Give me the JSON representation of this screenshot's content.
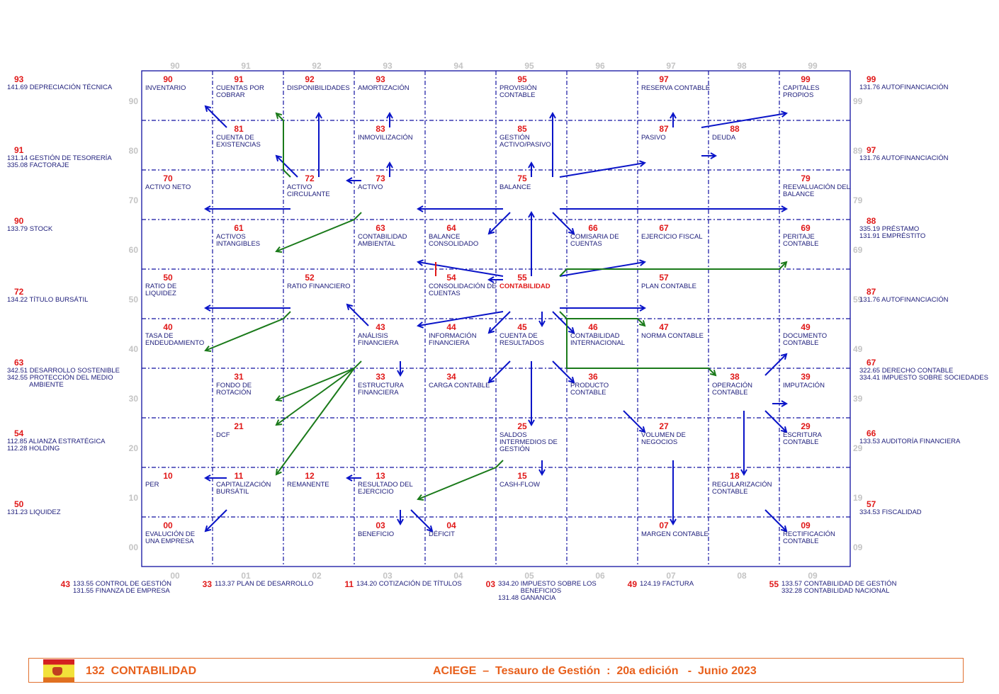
{
  "axes": {
    "top": [
      "90",
      "91",
      "92",
      "93",
      "94",
      "95",
      "96",
      "97",
      "98",
      "99"
    ],
    "bottom": [
      "00",
      "01",
      "02",
      "03",
      "04",
      "05",
      "06",
      "07",
      "08",
      "09"
    ],
    "left": [
      "90",
      "80",
      "70",
      "60",
      "50",
      "40",
      "30",
      "20",
      "10",
      "00"
    ],
    "right": [
      "99",
      "89",
      "79",
      "69",
      "59",
      "49",
      "39",
      "29",
      "19",
      "09"
    ]
  },
  "cells": [
    {
      "code": "90",
      "col": 0,
      "row": 0,
      "label": "INVENTARIO"
    },
    {
      "code": "91",
      "col": 1,
      "row": 0,
      "label": "CUENTAS POR\nCOBRAR"
    },
    {
      "code": "92",
      "col": 2,
      "row": 0,
      "label": "DISPONIBILIDADES"
    },
    {
      "code": "93",
      "col": 3,
      "row": 0,
      "label": "AMORTIZACIÓN"
    },
    {
      "code": "95",
      "col": 5,
      "row": 0,
      "label": "PROVISIÓN\nCONTABLE"
    },
    {
      "code": "97",
      "col": 7,
      "row": 0,
      "label": "RESERVA CONTABLE"
    },
    {
      "code": "99",
      "col": 9,
      "row": 0,
      "label": "CAPITALES\nPROPIOS"
    },
    {
      "code": "81",
      "col": 1,
      "row": 1,
      "label": "CUENTA DE\nEXISTENCIAS"
    },
    {
      "code": "83",
      "col": 3,
      "row": 1,
      "label": "INMOVILIZACIÓN"
    },
    {
      "code": "85",
      "col": 5,
      "row": 1,
      "label": "GESTIÓN\nACTIVO/PASIVO"
    },
    {
      "code": "87",
      "col": 7,
      "row": 1,
      "label": "PASIVO"
    },
    {
      "code": "88",
      "col": 8,
      "row": 1,
      "label": "DEUDA"
    },
    {
      "code": "70",
      "col": 0,
      "row": 2,
      "label": "ACTIVO NETO"
    },
    {
      "code": "72",
      "col": 2,
      "row": 2,
      "label": "ACTIVO\nCIRCULANTE"
    },
    {
      "code": "73",
      "col": 3,
      "row": 2,
      "label": "ACTIVO"
    },
    {
      "code": "75",
      "col": 5,
      "row": 2,
      "label": "BALANCE"
    },
    {
      "code": "79",
      "col": 9,
      "row": 2,
      "label": "REEVALUACIÓN DEL\nBALANCE"
    },
    {
      "code": "61",
      "col": 1,
      "row": 3,
      "label": "ACTIVOS\nINTANGIBLES"
    },
    {
      "code": "63",
      "col": 3,
      "row": 3,
      "label": "CONTABILIDAD\nAMBIENTAL"
    },
    {
      "code": "64",
      "col": 4,
      "row": 3,
      "label": "BALANCE\nCONSOLIDADO"
    },
    {
      "code": "66",
      "col": 6,
      "row": 3,
      "label": "COMISARIA DE\nCUENTAS"
    },
    {
      "code": "67",
      "col": 7,
      "row": 3,
      "label": "EJERCICIO FISCAL"
    },
    {
      "code": "69",
      "col": 9,
      "row": 3,
      "label": "PERITAJE\nCONTABLE"
    },
    {
      "code": "50",
      "col": 0,
      "row": 4,
      "label": "RATIO DE\nLIQUIDEZ"
    },
    {
      "code": "52",
      "col": 2,
      "row": 4,
      "label": "RATIO FINANCIERO"
    },
    {
      "code": "54",
      "col": 4,
      "row": 4,
      "label": "CONSOLIDACIÓN DE\nCUENTAS"
    },
    {
      "code": "55",
      "col": 5,
      "row": 4,
      "label": "CONTABILIDAD",
      "main": true
    },
    {
      "code": "57",
      "col": 7,
      "row": 4,
      "label": "PLAN CONTABLE"
    },
    {
      "code": "40",
      "col": 0,
      "row": 5,
      "label": "TASA DE\nENDEUDAMIENTO"
    },
    {
      "code": "43",
      "col": 3,
      "row": 5,
      "label": "ANÁLISIS\nFINANCIERA"
    },
    {
      "code": "44",
      "col": 4,
      "row": 5,
      "label": "INFORMACIÓN\nFINANCIERA"
    },
    {
      "code": "45",
      "col": 5,
      "row": 5,
      "label": "CUENTA DE\nRESULTADOS"
    },
    {
      "code": "46",
      "col": 6,
      "row": 5,
      "label": "CONTABILIDAD\nINTERNACIONAL"
    },
    {
      "code": "47",
      "col": 7,
      "row": 5,
      "label": "NORMA CONTABLE"
    },
    {
      "code": "49",
      "col": 9,
      "row": 5,
      "label": "DOCUMENTO\nCONTABLE"
    },
    {
      "code": "31",
      "col": 1,
      "row": 6,
      "label": "FONDO DE\nROTACIÓN"
    },
    {
      "code": "33",
      "col": 3,
      "row": 6,
      "label": "ESTRUCTURA\nFINANCIERA"
    },
    {
      "code": "34",
      "col": 4,
      "row": 6,
      "label": "CARGA CONTABLE"
    },
    {
      "code": "36",
      "col": 6,
      "row": 6,
      "label": "PRODUCTO\nCONTABLE"
    },
    {
      "code": "38",
      "col": 8,
      "row": 6,
      "label": "OPERACIÓN\nCONTABLE"
    },
    {
      "code": "39",
      "col": 9,
      "row": 6,
      "label": "IMPUTACIÓN"
    },
    {
      "code": "21",
      "col": 1,
      "row": 7,
      "label": "DCF"
    },
    {
      "code": "25",
      "col": 5,
      "row": 7,
      "label": "SALDOS\nINTERMEDIOS DE\nGESTIÓN"
    },
    {
      "code": "27",
      "col": 7,
      "row": 7,
      "label": "VOLUMEN DE\nNEGOCIOS"
    },
    {
      "code": "29",
      "col": 9,
      "row": 7,
      "label": "ESCRITURA\nCONTABLE"
    },
    {
      "code": "10",
      "col": 0,
      "row": 8,
      "label": "PER"
    },
    {
      "code": "11",
      "col": 1,
      "row": 8,
      "label": "CAPITALIZACIÓN\nBURSÁTIL"
    },
    {
      "code": "12",
      "col": 2,
      "row": 8,
      "label": "REMANENTE"
    },
    {
      "code": "13",
      "col": 3,
      "row": 8,
      "label": "RESULTADO DEL\nEJERCICIO"
    },
    {
      "code": "15",
      "col": 5,
      "row": 8,
      "label": "CASH-FLOW"
    },
    {
      "code": "18",
      "col": 8,
      "row": 8,
      "label": "REGULARIZACIÓN\nCONTABLE"
    },
    {
      "code": "00",
      "col": 0,
      "row": 9,
      "label": "EVALUCIÓN DE\nUNA EMPRESA"
    },
    {
      "code": "03",
      "col": 3,
      "row": 9,
      "label": "BENEFICIO"
    },
    {
      "code": "04",
      "col": 4,
      "row": 9,
      "label": "DÉFICIT"
    },
    {
      "code": "07",
      "col": 7,
      "row": 9,
      "label": "MARGEN CONTABLE"
    },
    {
      "code": "09",
      "col": 9,
      "row": 9,
      "label": "RECTIFICACIÓN\nCONTABLE"
    }
  ],
  "left_legend": [
    {
      "code": "93",
      "lines": [
        "141.69 DEPRECIACIÓN TÉCNICA"
      ]
    },
    {
      "code": "91",
      "lines": [
        "131.14 GESTIÓN DE TESORERÍA",
        "335.08 FACTORAJE"
      ]
    },
    {
      "code": "90",
      "lines": [
        "133.79 STOCK"
      ]
    },
    {
      "code": "72",
      "lines": [
        "134.22 TÍTULO BURSÁTIL"
      ]
    },
    {
      "code": "63",
      "lines": [
        "342.51 DESARROLLO SOSTENIBLE",
        "342.55 PROTECCIÓN DEL MEDIO",
        "            AMBIENTE"
      ]
    },
    {
      "code": "54",
      "lines": [
        "112.85 ALIANZA ESTRATÉGICA",
        "112.28 HOLDING"
      ]
    },
    {
      "code": "50",
      "lines": [
        "131.23 LIQUIDEZ"
      ]
    }
  ],
  "right_legend": [
    {
      "code": "99",
      "lines": [
        "131.76 AUTOFINANCIACIÓN"
      ]
    },
    {
      "code": "97",
      "lines": [
        "131.76 AUTOFINANCIACIÓN"
      ]
    },
    {
      "code": "88",
      "lines": [
        "335.19 PRÉSTAMO",
        "131.91 EMPRÉSTITO"
      ]
    },
    {
      "code": "87",
      "lines": [
        "131.76 AUTOFINANCIACIÓN"
      ]
    },
    {
      "code": "67",
      "lines": [
        "322.65 DERECHO CONTABLE",
        "334.41 IMPUESTO SOBRE SOCIEDADES"
      ]
    },
    {
      "code": "66",
      "lines": [
        "133.53 AUDITORÍA FINANCIERA"
      ]
    },
    {
      "code": "57",
      "lines": [
        "334.53 FISCALIDAD"
      ]
    }
  ],
  "bottom_legend": [
    {
      "code": "43",
      "lines": [
        "133.55 CONTROL DE GESTIÓN",
        "131.55 FINANZA DE EMPRESA"
      ]
    },
    {
      "code": "33",
      "lines": [
        "113.37 PLAN DE DESARROLLO"
      ]
    },
    {
      "code": "11",
      "lines": [
        "134.20 COTIZACIÓN DE TÍTULOS"
      ]
    },
    {
      "code": "03",
      "lines": [
        "334.20 IMPUESTO SOBRE LOS",
        "            BENEFICIOS",
        "131.48 GANANCIA"
      ]
    },
    {
      "code": "49",
      "lines": [
        "124.19 FACTURA"
      ]
    },
    {
      "code": "55",
      "lines": [
        "133.57 CONTABILIDAD DE GESTIÓN",
        "332.28 CONTABILIDAD NACIONAL"
      ]
    }
  ],
  "footer": {
    "flag_icon": "spain-flag-icon",
    "title": "132  CONTABILIDAD",
    "subtitle": "ACIEGE  –  Tesauro de Gestión  :  20a edición   -  Junio 2023"
  },
  "colors": {
    "arrow_blue": "#0a14c8",
    "arrow_green": "#1a7a1a",
    "code_red": "#e01818",
    "text_navy": "#1c1c7a",
    "axis_gray": "#c4c4c4",
    "footer_orange": "#e8601c"
  }
}
